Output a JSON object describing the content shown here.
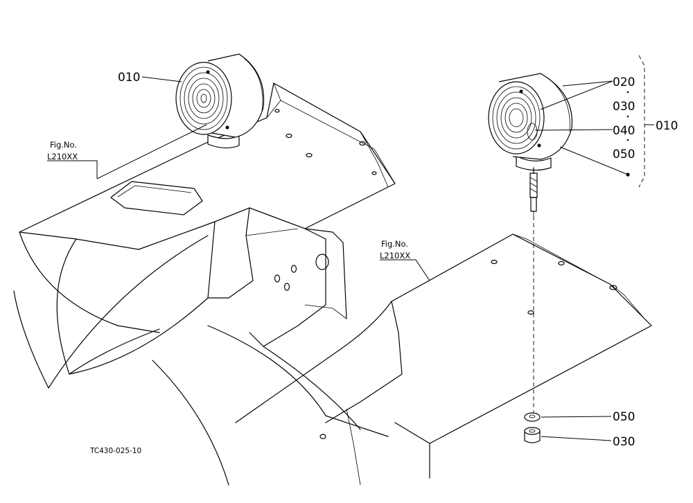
{
  "labels": {
    "left_lamp": "010",
    "r020": "020",
    "r030": "030",
    "r040": "040",
    "r050": "050",
    "r010": "010",
    "low050": "050",
    "low030": "030"
  },
  "fig_refs": {
    "left_line1": "Fig.No.",
    "left_line2": "L210XX",
    "right_line1": "Fig.No.",
    "right_line2": "L210XX"
  },
  "drawing_code": "TC430-025-10",
  "colors": {
    "ink": "#000000",
    "paper": "#ffffff"
  }
}
